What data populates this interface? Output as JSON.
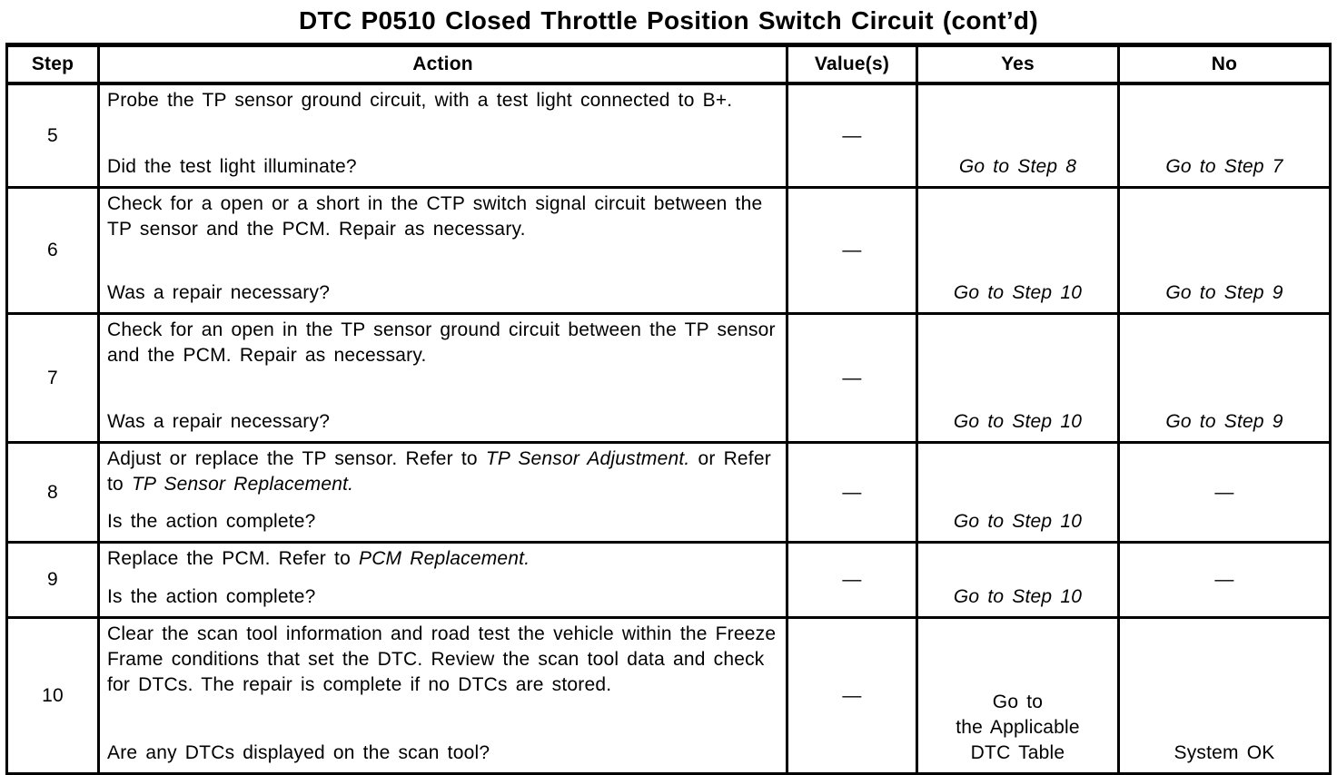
{
  "page_title": "DTC P0510 Closed Throttle Position Switch Circuit (cont’d)",
  "table": {
    "headers": [
      "Step",
      "Action",
      "Value(s)",
      "Yes",
      "No"
    ],
    "rows": [
      {
        "step": "5",
        "action": [
          {
            "t": "Probe the TP sensor ground circuit, with a test light connected to B+.",
            "i": false
          }
        ],
        "question": "Did the test light illuminate?",
        "value": "—",
        "yes": "Go to Step 8",
        "no": "Go to Step 7"
      },
      {
        "step": "6",
        "action": [
          {
            "t": "Check for a open or a short in the CTP switch signal circuit between the TP sensor and the PCM. Repair as necessary.",
            "i": false
          }
        ],
        "question": "Was a repair necessary?",
        "value": "—",
        "yes": "Go to Step 10",
        "no": "Go to Step 9"
      },
      {
        "step": "7",
        "action": [
          {
            "t": "Check for an open in the TP sensor ground circuit between the TP sensor and the PCM. Repair as necessary.",
            "i": false
          }
        ],
        "question": "Was a repair necessary?",
        "value": "—",
        "yes": "Go to Step 10",
        "no": "Go to Step 9"
      },
      {
        "step": "8",
        "action": [
          {
            "t": "Adjust or replace the TP sensor. Refer to ",
            "i": false
          },
          {
            "t": "TP Sensor Adjustment.",
            "i": true
          },
          {
            "t": " or Refer to ",
            "i": false
          },
          {
            "t": "TP Sensor Replacement.",
            "i": true
          }
        ],
        "question": "Is the action complete?",
        "value": "—",
        "yes": "Go to Step 10",
        "no": "—"
      },
      {
        "step": "9",
        "action": [
          {
            "t": "Replace the PCM. Refer to ",
            "i": false
          },
          {
            "t": "PCM Replacement.",
            "i": true
          }
        ],
        "question": "Is the action complete?",
        "value": "—",
        "yes": "Go to Step 10",
        "no": "—"
      },
      {
        "step": "10",
        "action": [
          {
            "t": "Clear the scan tool information and road test the vehicle within the Freeze Frame conditions that set the DTC. Review the scan tool data and check for DTCs. The repair is complete if no DTCs are stored.",
            "i": false
          }
        ],
        "question": "Are any DTCs displayed on the scan tool?",
        "value": "—",
        "yes": "Go to\nthe Applicable\nDTC Table",
        "no": "System OK"
      }
    ]
  }
}
